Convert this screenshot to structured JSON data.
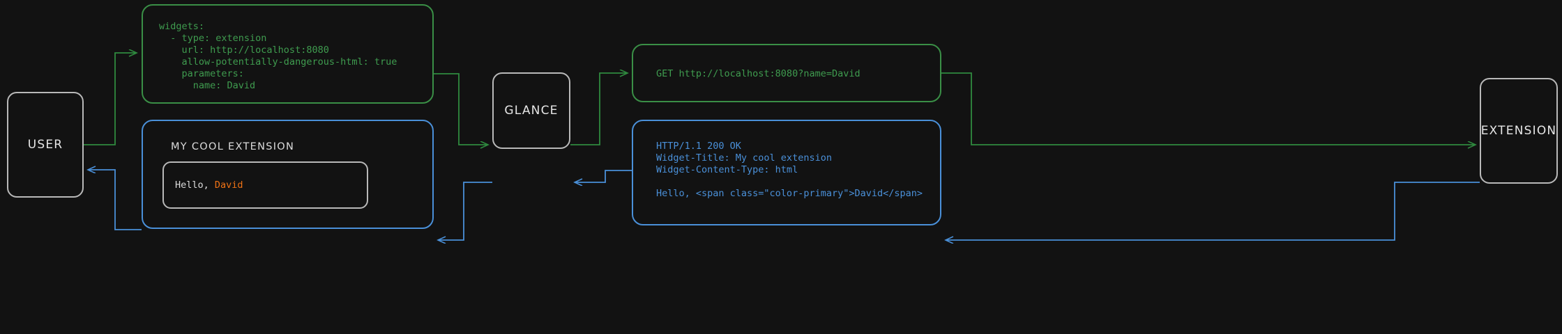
{
  "colors": {
    "background": "#121212",
    "node_border": "#b9b9b9",
    "green": "#3f9c4f",
    "green_border": "#3a8f46",
    "blue": "#4a90d9",
    "orange": "#ef7215",
    "text": "#dcdcdc"
  },
  "nodes": {
    "user": "USER",
    "glance": "GLANCE",
    "extension": "EXTENSION"
  },
  "panels": {
    "config": {
      "code": "widgets:\n  - type: extension\n    url: http://localhost:8080\n    allow-potentially-dangerous-html: true\n    parameters:\n      name: David"
    },
    "request": {
      "code": "GET http://localhost:8080?name=David"
    },
    "response": {
      "code": "HTTP/1.1 200 OK\nWidget-Title: My cool extension\nWidget-Content-Type: html\n\nHello, <span class=\"color-primary\">David</span>"
    },
    "widget": {
      "title": "MY COOL EXTENSION",
      "greeting_prefix": "Hello, ",
      "greeting_name": "David"
    }
  }
}
